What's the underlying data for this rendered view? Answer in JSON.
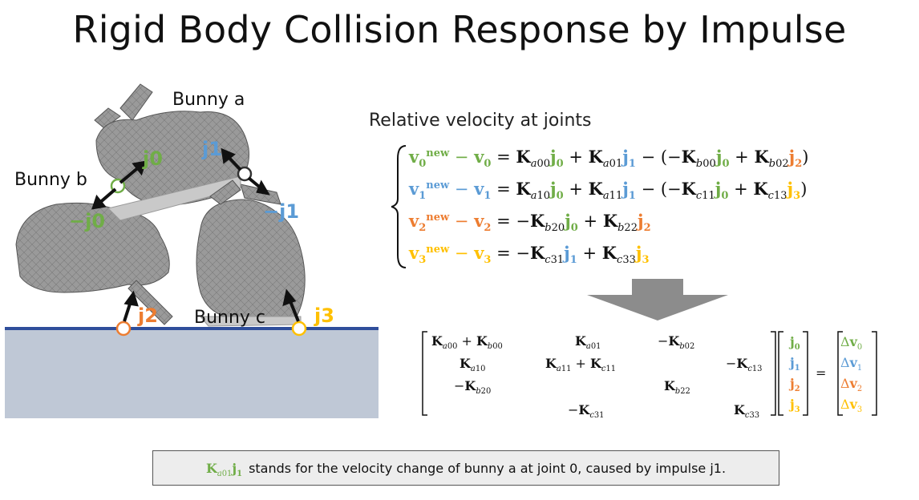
{
  "title": "Rigid Body Collision Response by Impulse",
  "subtitle": "Relative velocity at joints",
  "bunny_labels": {
    "a": "Bunny a",
    "b": "Bunny b",
    "c": "Bunny c"
  },
  "joint_labels": {
    "j0": "j0",
    "j1": "j1",
    "j2": "j2",
    "j3": "j3",
    "neg_j0": "−j0",
    "neg_j1": "−j1"
  },
  "note": {
    "term": "Ka01j1",
    "text": "stands for the velocity change of bunny a at joint 0, caused by impulse j1."
  },
  "colors": {
    "j0": "#70ad47",
    "j1": "#5b9bd5",
    "j2": "#ed7d31",
    "j3": "#ffc000",
    "ground": "#bfc8d6",
    "ground_line": "#2f4e9b"
  }
}
